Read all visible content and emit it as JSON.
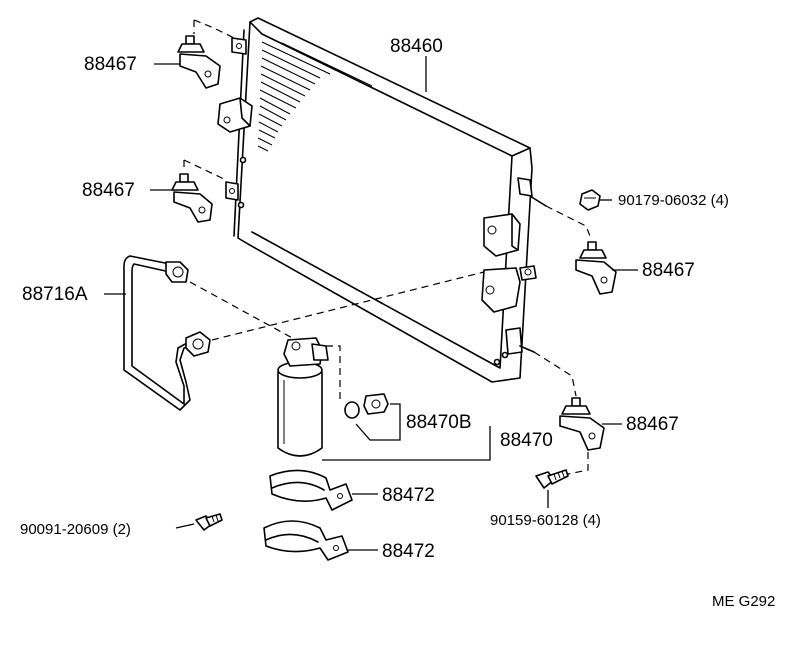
{
  "diagram": {
    "labels": {
      "condenser": "88460",
      "cushion_top_left": "88467",
      "cushion_mid_left": "88467",
      "cushion_right_upper": "88467",
      "cushion_right_lower": "88467",
      "tube": "88716A",
      "nut": "90179-06032 (4)",
      "receiver_parts": "88470B",
      "receiver_assembly": "88470",
      "bracket_upper": "88472",
      "bracket_lower": "88472",
      "bolt_left": "90091-20609 (2)",
      "bolt_right": "90159-60128 (4)",
      "figure_code": "ME G292"
    }
  }
}
